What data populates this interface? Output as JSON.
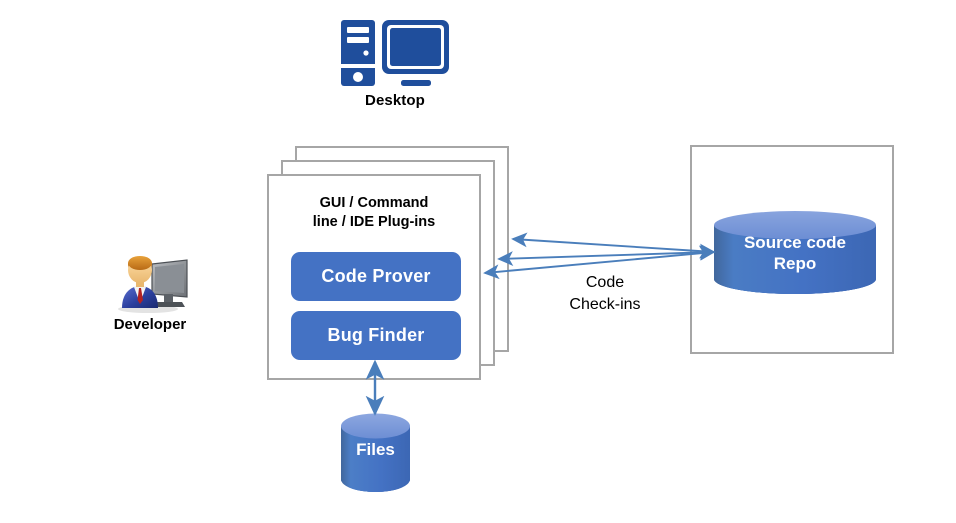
{
  "diagram": {
    "title": "Polyspace developer workflow diagram",
    "background": "#ffffff",
    "colors": {
      "accent_blue": "#4472c4",
      "dark_blue": "#1f4e9c",
      "cylinder_top": "#7090d8",
      "border_gray": "#a6a6a6",
      "arrow_blue": "#4a7ebb",
      "text_black": "#000000",
      "text_white": "#ffffff"
    },
    "desktop": {
      "icon": "desktop-computer-icon",
      "label": "Desktop"
    },
    "developer": {
      "icon": "developer-person-at-monitor-icon",
      "label": "Developer"
    },
    "ide_stack": {
      "card_count": 3,
      "title_line_1": "GUI / Command",
      "title_line_2": "line / IDE Plug-ins",
      "products": [
        {
          "label": "Code Prover"
        },
        {
          "label": "Bug Finder"
        }
      ]
    },
    "repo": {
      "icon": "database-cylinder-icon",
      "label_line_1": "Source code",
      "label_line_2": "Repo"
    },
    "files": {
      "icon": "database-cylinder-icon",
      "label": "Files"
    },
    "connections": {
      "checkins_line_1": "Code",
      "checkins_line_2": "Check-ins",
      "arrow_style": "double-headed",
      "repo_arrow_count": 3,
      "files_arrow_count": 1
    }
  }
}
